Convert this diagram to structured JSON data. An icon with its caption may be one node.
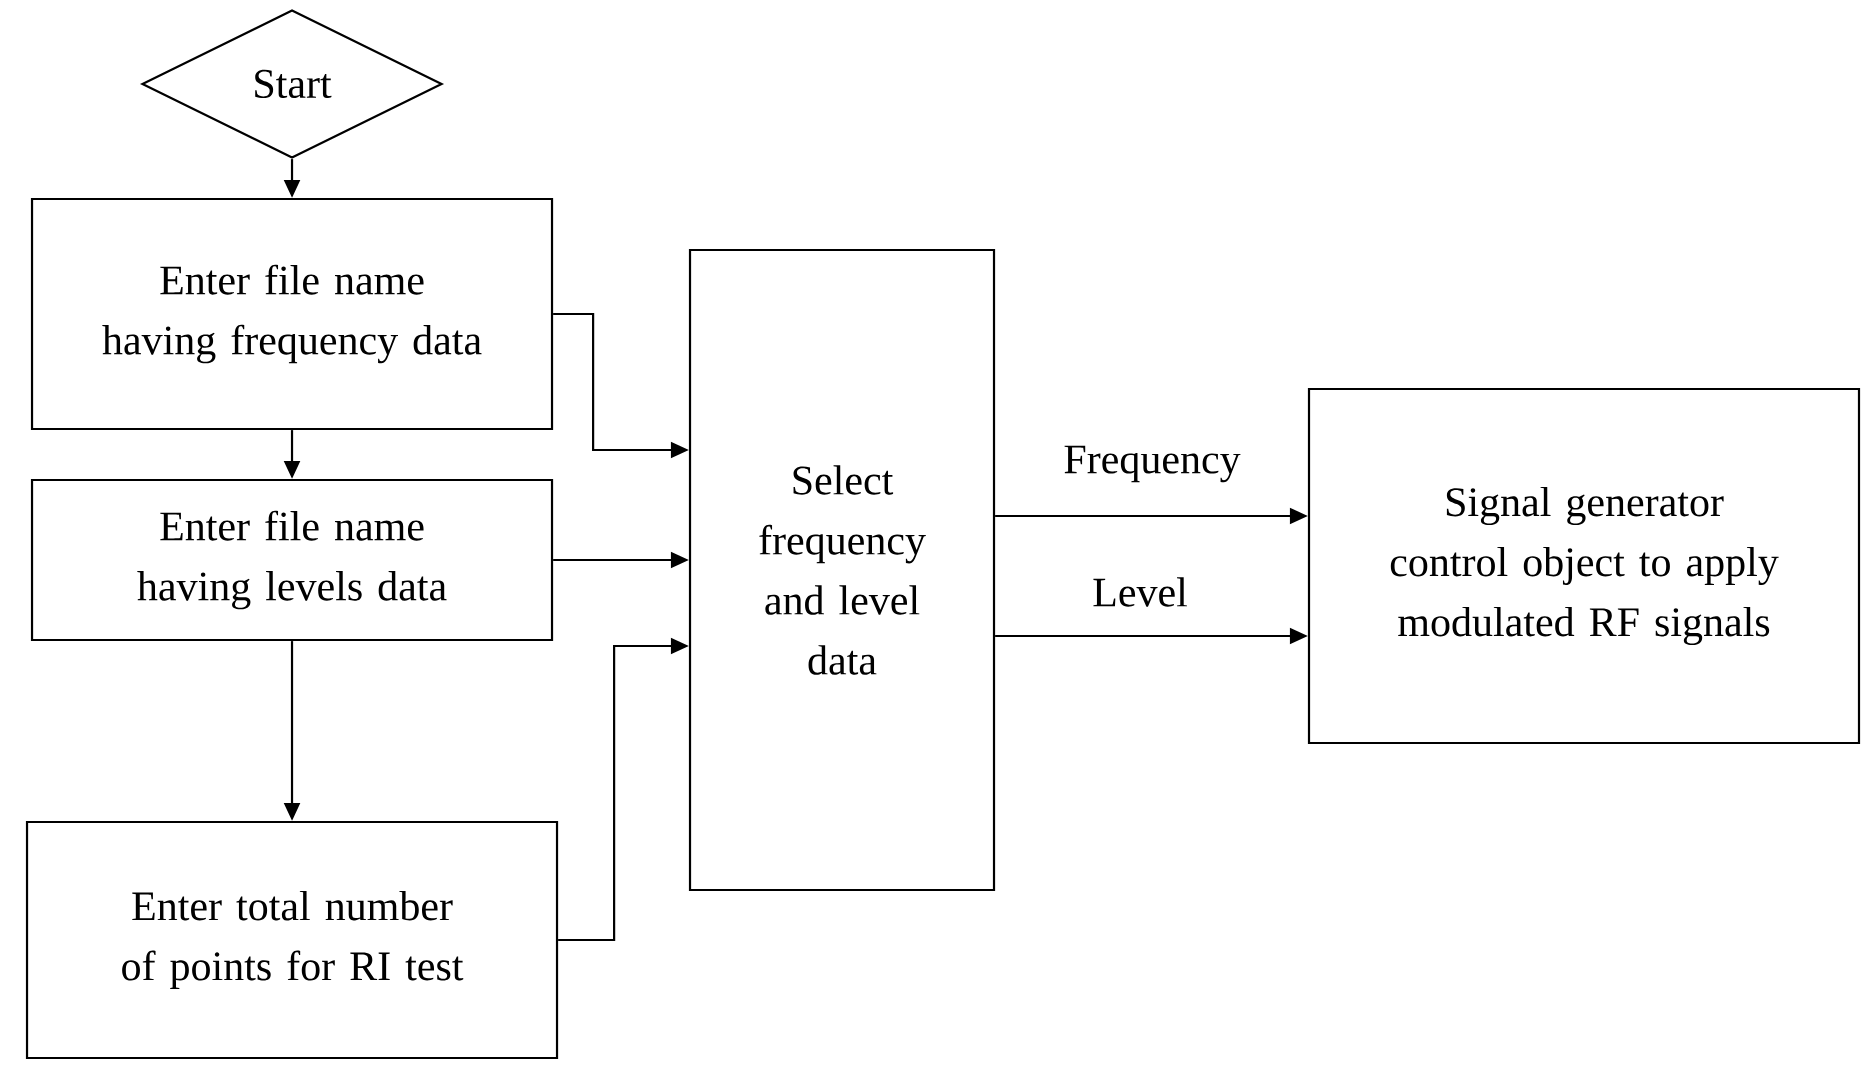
{
  "diagram": {
    "nodes": [
      {
        "text": [
          "Start"
        ]
      },
      {
        "text": [
          "Enter file name having frequency data"
        ]
      },
      {
        "text": [
          "Enter file name having levels data"
        ]
      },
      {
        "text": [
          "Enter total number of points for RI test"
        ]
      },
      {
        "text": [
          "Select frequency and level data"
        ]
      },
      {
        "text": [
          "Signal generator control object to apply modulated RF signals"
        ]
      }
    ],
    "edges": [
      {
        "from": 0,
        "to": 1,
        "arrow": "to"
      },
      {
        "from": 1,
        "to": 2,
        "arrow": "to"
      },
      {
        "from": 2,
        "to": 3,
        "arrow": "to"
      },
      {
        "from": 1,
        "to": 4,
        "arrow": "to"
      },
      {
        "from": 2,
        "to": 4,
        "arrow": "to"
      },
      {
        "from": 3,
        "to": 4,
        "arrow": "to"
      },
      {
        "from": 4,
        "to": 5,
        "arrow": "to",
        "label": "Frequency"
      },
      {
        "from": 4,
        "to": 5,
        "arrow": "to",
        "label": "Level"
      }
    ]
  }
}
